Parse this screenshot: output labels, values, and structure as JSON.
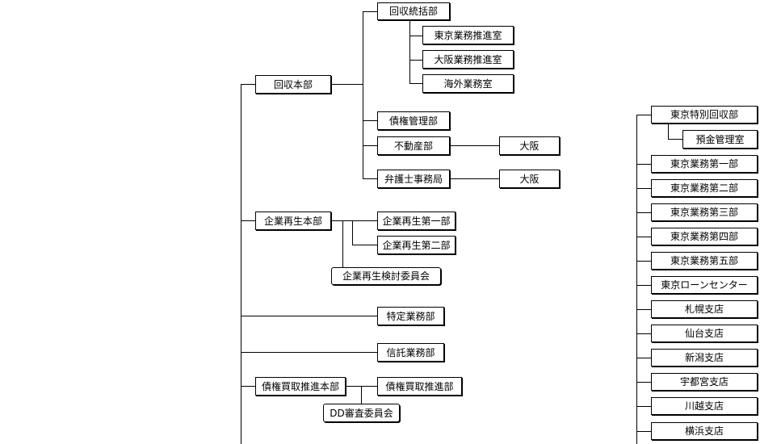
{
  "org": {
    "kaishu_honbu": "回収本部",
    "kaishu_tokatsu": "回収統括部",
    "tokyo_suishin": "東京業務推進室",
    "osaka_suishin": "大阪業務推進室",
    "kaigai": "海外業務室",
    "saiken_kanri": "債権管理部",
    "fudosan": "不動産部",
    "fudosan_osaka": "大阪",
    "bengoshi": "弁護士事務局",
    "bengoshi_osaka": "大阪",
    "kigyo_honbu": "企業再生本部",
    "kigyo_1": "企業再生第一部",
    "kigyo_2": "企業再生第二部",
    "kigyo_iinkai": "企業再生検討委員会",
    "tokutei": "特定業務部",
    "shintaku": "信託業務部",
    "kaitori_honbu": "債権買取推進本部",
    "kaitori_bu": "債権買取推進部",
    "dd_iinkai": "DD審査委員会",
    "right": [
      "東京特別回収部",
      "預金管理室",
      "東京業務第一部",
      "東京業務第二部",
      "東京業務第三部",
      "東京業務第四部",
      "東京業務第五部",
      "東京ローンセンター",
      "札幌支店",
      "仙台支店",
      "新潟支店",
      "宇都宮支店",
      "川越支店",
      "横浜支店"
    ]
  }
}
